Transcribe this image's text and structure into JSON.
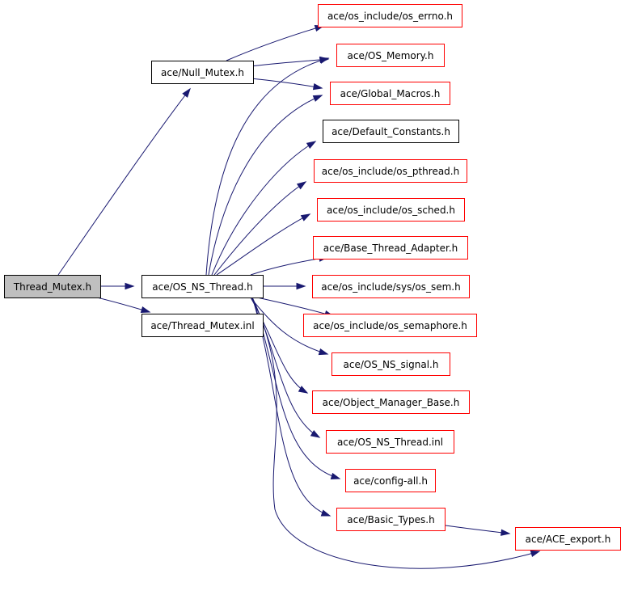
{
  "nodes": {
    "thread_mutex": "Thread_Mutex.h",
    "null_mutex": "ace/Null_Mutex.h",
    "os_ns_thread": "ace/OS_NS_Thread.h",
    "thread_mutex_inl": "ace/Thread_Mutex.inl",
    "os_errno": "ace/os_include/os_errno.h",
    "os_memory": "ace/OS_Memory.h",
    "global_macros": "ace/Global_Macros.h",
    "default_constants": "ace/Default_Constants.h",
    "os_pthread": "ace/os_include/os_pthread.h",
    "os_sched": "ace/os_include/os_sched.h",
    "base_thread_adapter": "ace/Base_Thread_Adapter.h",
    "os_sem": "ace/os_include/sys/os_sem.h",
    "os_semaphore": "ace/os_include/os_semaphore.h",
    "os_ns_signal": "ace/OS_NS_signal.h",
    "object_manager_base": "ace/Object_Manager_Base.h",
    "os_ns_thread_inl": "ace/OS_NS_Thread.inl",
    "config_all": "ace/config-all.h",
    "basic_types": "ace/Basic_Types.h",
    "ace_export": "ace/ACE_export.h"
  },
  "edges": [
    [
      "thread_mutex",
      "null_mutex"
    ],
    [
      "thread_mutex",
      "os_ns_thread"
    ],
    [
      "thread_mutex",
      "thread_mutex_inl"
    ],
    [
      "null_mutex",
      "os_errno"
    ],
    [
      "null_mutex",
      "os_memory"
    ],
    [
      "null_mutex",
      "global_macros"
    ],
    [
      "os_ns_thread",
      "os_memory"
    ],
    [
      "os_ns_thread",
      "global_macros"
    ],
    [
      "os_ns_thread",
      "default_constants"
    ],
    [
      "os_ns_thread",
      "os_pthread"
    ],
    [
      "os_ns_thread",
      "os_sched"
    ],
    [
      "os_ns_thread",
      "base_thread_adapter"
    ],
    [
      "os_ns_thread",
      "os_sem"
    ],
    [
      "os_ns_thread",
      "os_semaphore"
    ],
    [
      "os_ns_thread",
      "os_ns_signal"
    ],
    [
      "os_ns_thread",
      "object_manager_base"
    ],
    [
      "os_ns_thread",
      "os_ns_thread_inl"
    ],
    [
      "os_ns_thread",
      "config_all"
    ],
    [
      "os_ns_thread",
      "basic_types"
    ],
    [
      "os_ns_thread",
      "ace_export"
    ],
    [
      "basic_types",
      "ace_export"
    ]
  ],
  "colors": {
    "edge": "#191970",
    "external_border": "#ff0000",
    "local_border": "#000000",
    "root_fill": "#bfbfbf"
  }
}
